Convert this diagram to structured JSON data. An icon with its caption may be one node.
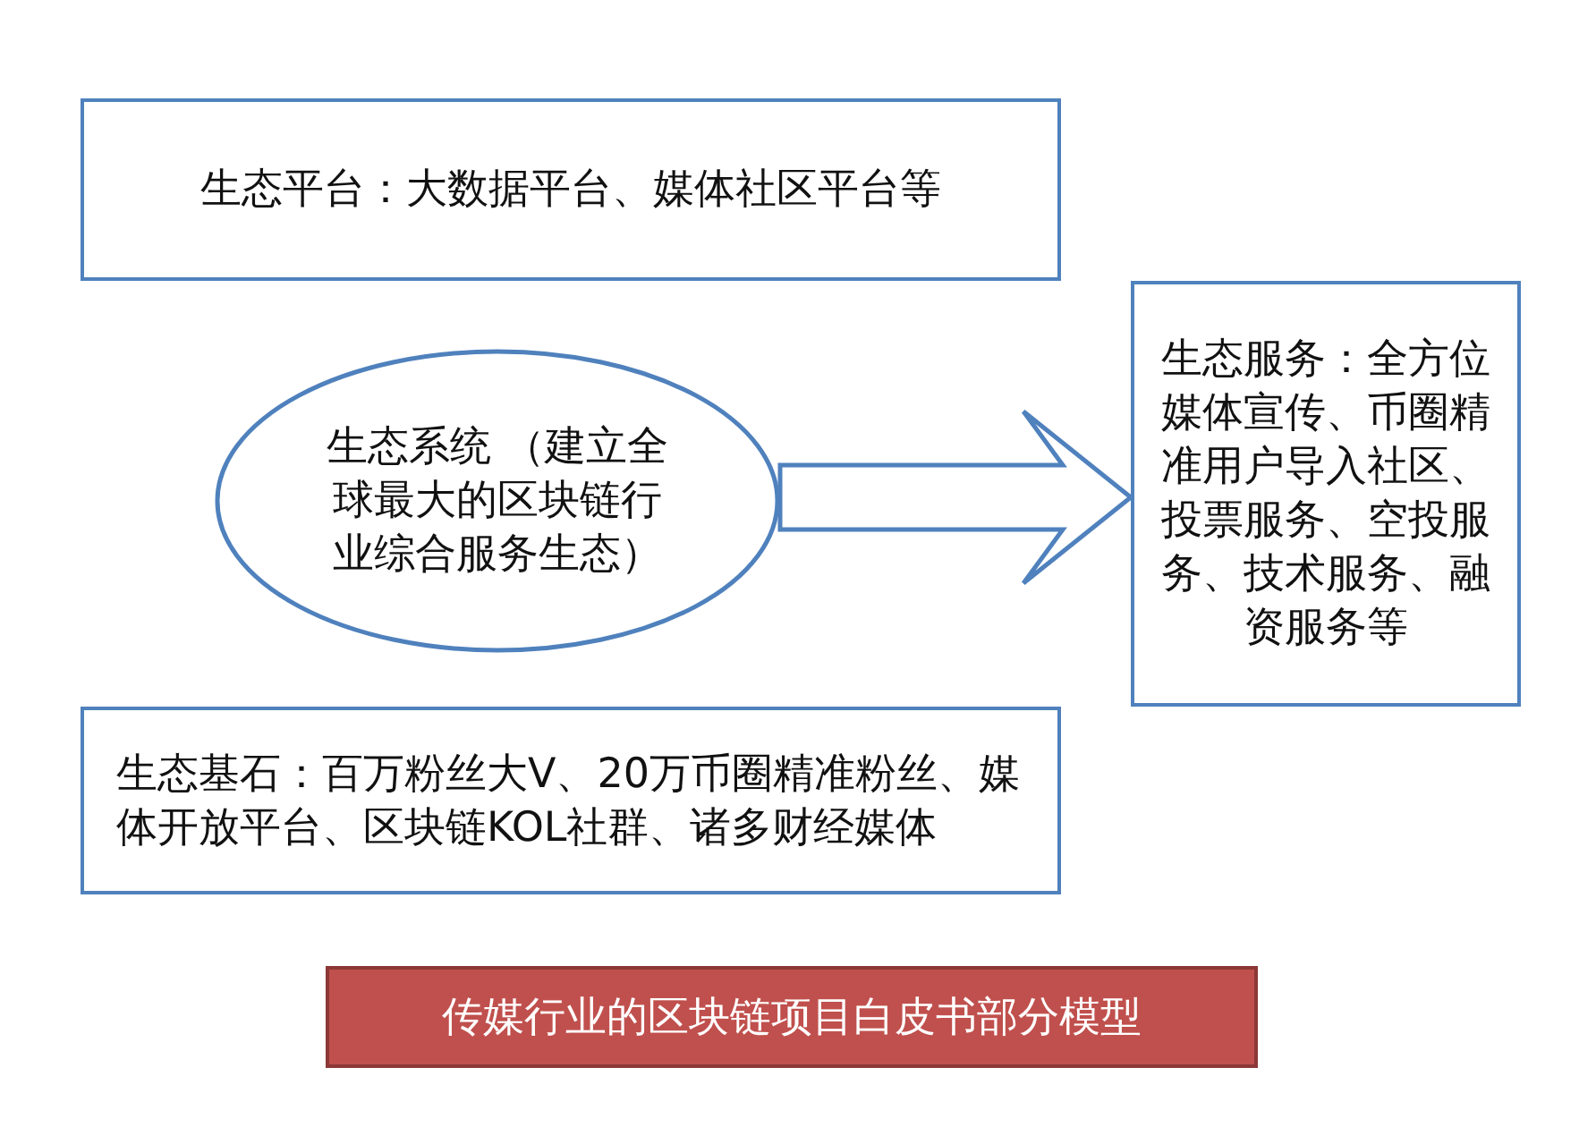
{
  "diagram": {
    "caption": "传媒行业的区块链项目白皮书部分模型",
    "nodes": [
      {
        "text": [
          "生态平台：大数据平台、媒体社区平台等"
        ]
      },
      {
        "text": [
          "生态系统 （建立全球最大的区块链行业综合服务生态）"
        ]
      },
      {
        "text": [
          "生态服务：全方位媒体宣传、币圈精准用户导入社区、投票服务、空投服务、技术服务、融资服务等"
        ]
      },
      {
        "text": [
          "生态基石：百万粉丝大V、20万币圈精准粉丝、媒体开放平台、区块链KOL社群、诸多财经媒体"
        ]
      }
    ],
    "edges": [
      {
        "from": 1,
        "to": 2,
        "arrow": "to"
      }
    ]
  }
}
